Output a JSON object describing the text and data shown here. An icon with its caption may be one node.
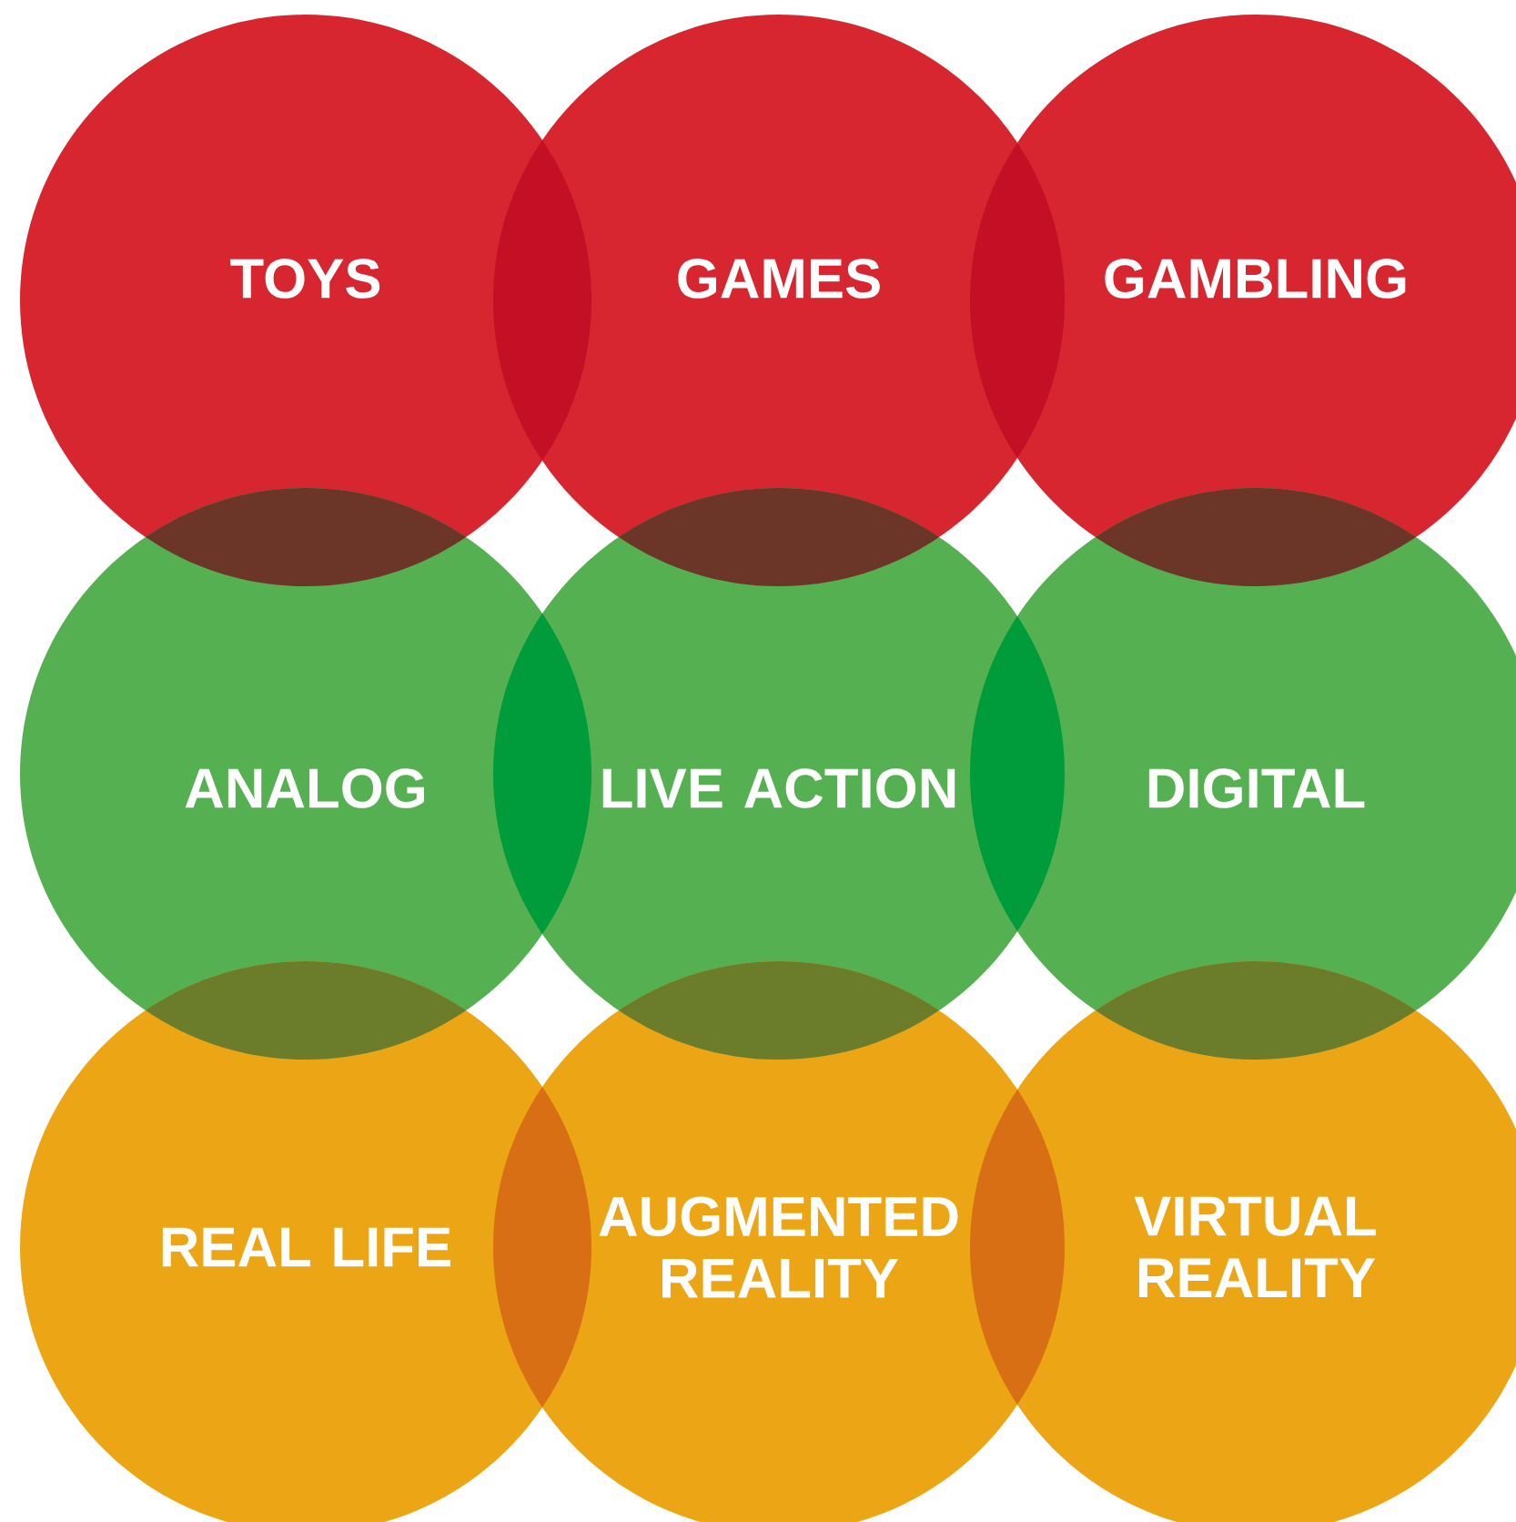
{
  "diagram": {
    "nodes": [
      {
        "text": [
          "TOYS"
        ]
      },
      {
        "text": [
          "GAMES"
        ]
      },
      {
        "text": [
          "GAMBLING"
        ]
      },
      {
        "text": [
          "ANALOG"
        ]
      },
      {
        "text": [
          "LIVE ACTION"
        ]
      },
      {
        "text": [
          "DIGITAL"
        ]
      },
      {
        "text": [
          "REAL LIFE"
        ]
      },
      {
        "text": [
          "AUGMENTED REALITY"
        ]
      },
      {
        "text": [
          "VIRTUAL REALITY"
        ]
      }
    ]
  }
}
